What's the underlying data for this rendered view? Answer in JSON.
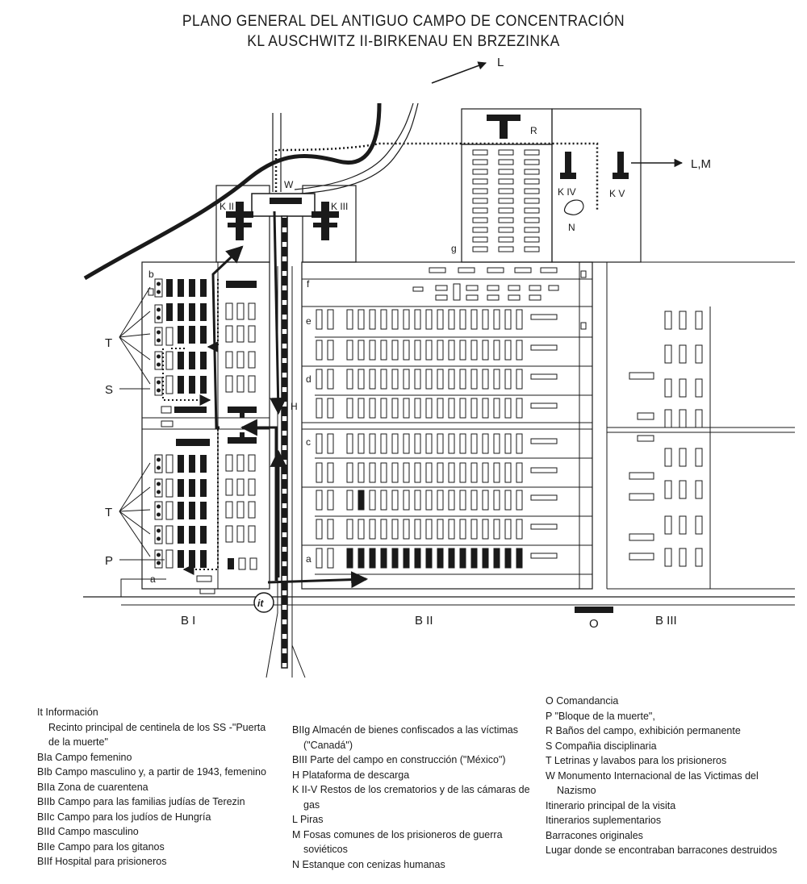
{
  "title": {
    "line1": "PLANO GENERAL DEL ANTIGUO CAMPO DE CONCENTRACIÓN",
    "line2": "KL AUSCHWITZ II-BIRKENAU EN BRZEZINKA"
  },
  "map_labels": {
    "arrow_L": "L",
    "arrow_LM": "L,M",
    "W": "W",
    "KII": "K II",
    "KIII": "K III",
    "R": "R",
    "KIV": "K IV",
    "KV": "K V",
    "N": "N",
    "g": "g",
    "f": "f",
    "e": "e",
    "d": "d",
    "c": "c",
    "a_BII": "a",
    "H": "H",
    "b": "b",
    "a_BI": "a",
    "T1": "T",
    "S": "S",
    "T2": "T",
    "P": "P",
    "BI": "B I",
    "BII": "B II",
    "BIII": "B III",
    "O": "O",
    "info_symbol": "it"
  },
  "legend_col1": [
    "It Información",
    "Recinto principal de centinela de los SS -\"Puerta de la muerte\"",
    "BIa Campo femenino",
    "BIb Campo masculino y, a partir de 1943, femenino",
    "BIIa Zona de cuarentena",
    "BIIb Campo para las familias judías de Terezin",
    "BIIc Campo para los judíos de Hungría",
    "BIId Campo masculino",
    "BIIe Campo para los gitanos",
    "BIIf Hospital para prisioneros"
  ],
  "legend_col2": [
    "BIIg Almacén de bienes confiscados a las víctimas (\"Canadá\")",
    "BIII Parte del campo en construcción (\"México\")",
    "H Plataforma de descarga",
    "K II-V Restos de los crematorios y de las cámaras de gas",
    "L Piras",
    "M Fosas comunes de los prisioneros de guerra soviéticos",
    "N Estanque con cenizas humanas"
  ],
  "legend_col3": [
    "O Comandancia",
    "P \"Bloque de la muerte\",",
    "R Baños del campo, exhibición permanente",
    "S Compañia disciplinaria",
    "T Letrinas y lavabos para los prisioneros",
    "W Monumento Internacional de las Victimas del Nazismo",
    "Itinerario principal de la visita",
    "",
    "Itinerarios suplementarios",
    "Barracones originales",
    "Lugar donde se encontraban barracones destruidos"
  ],
  "colors": {
    "ink": "#1a1a1a",
    "paper": "#ffffff"
  }
}
